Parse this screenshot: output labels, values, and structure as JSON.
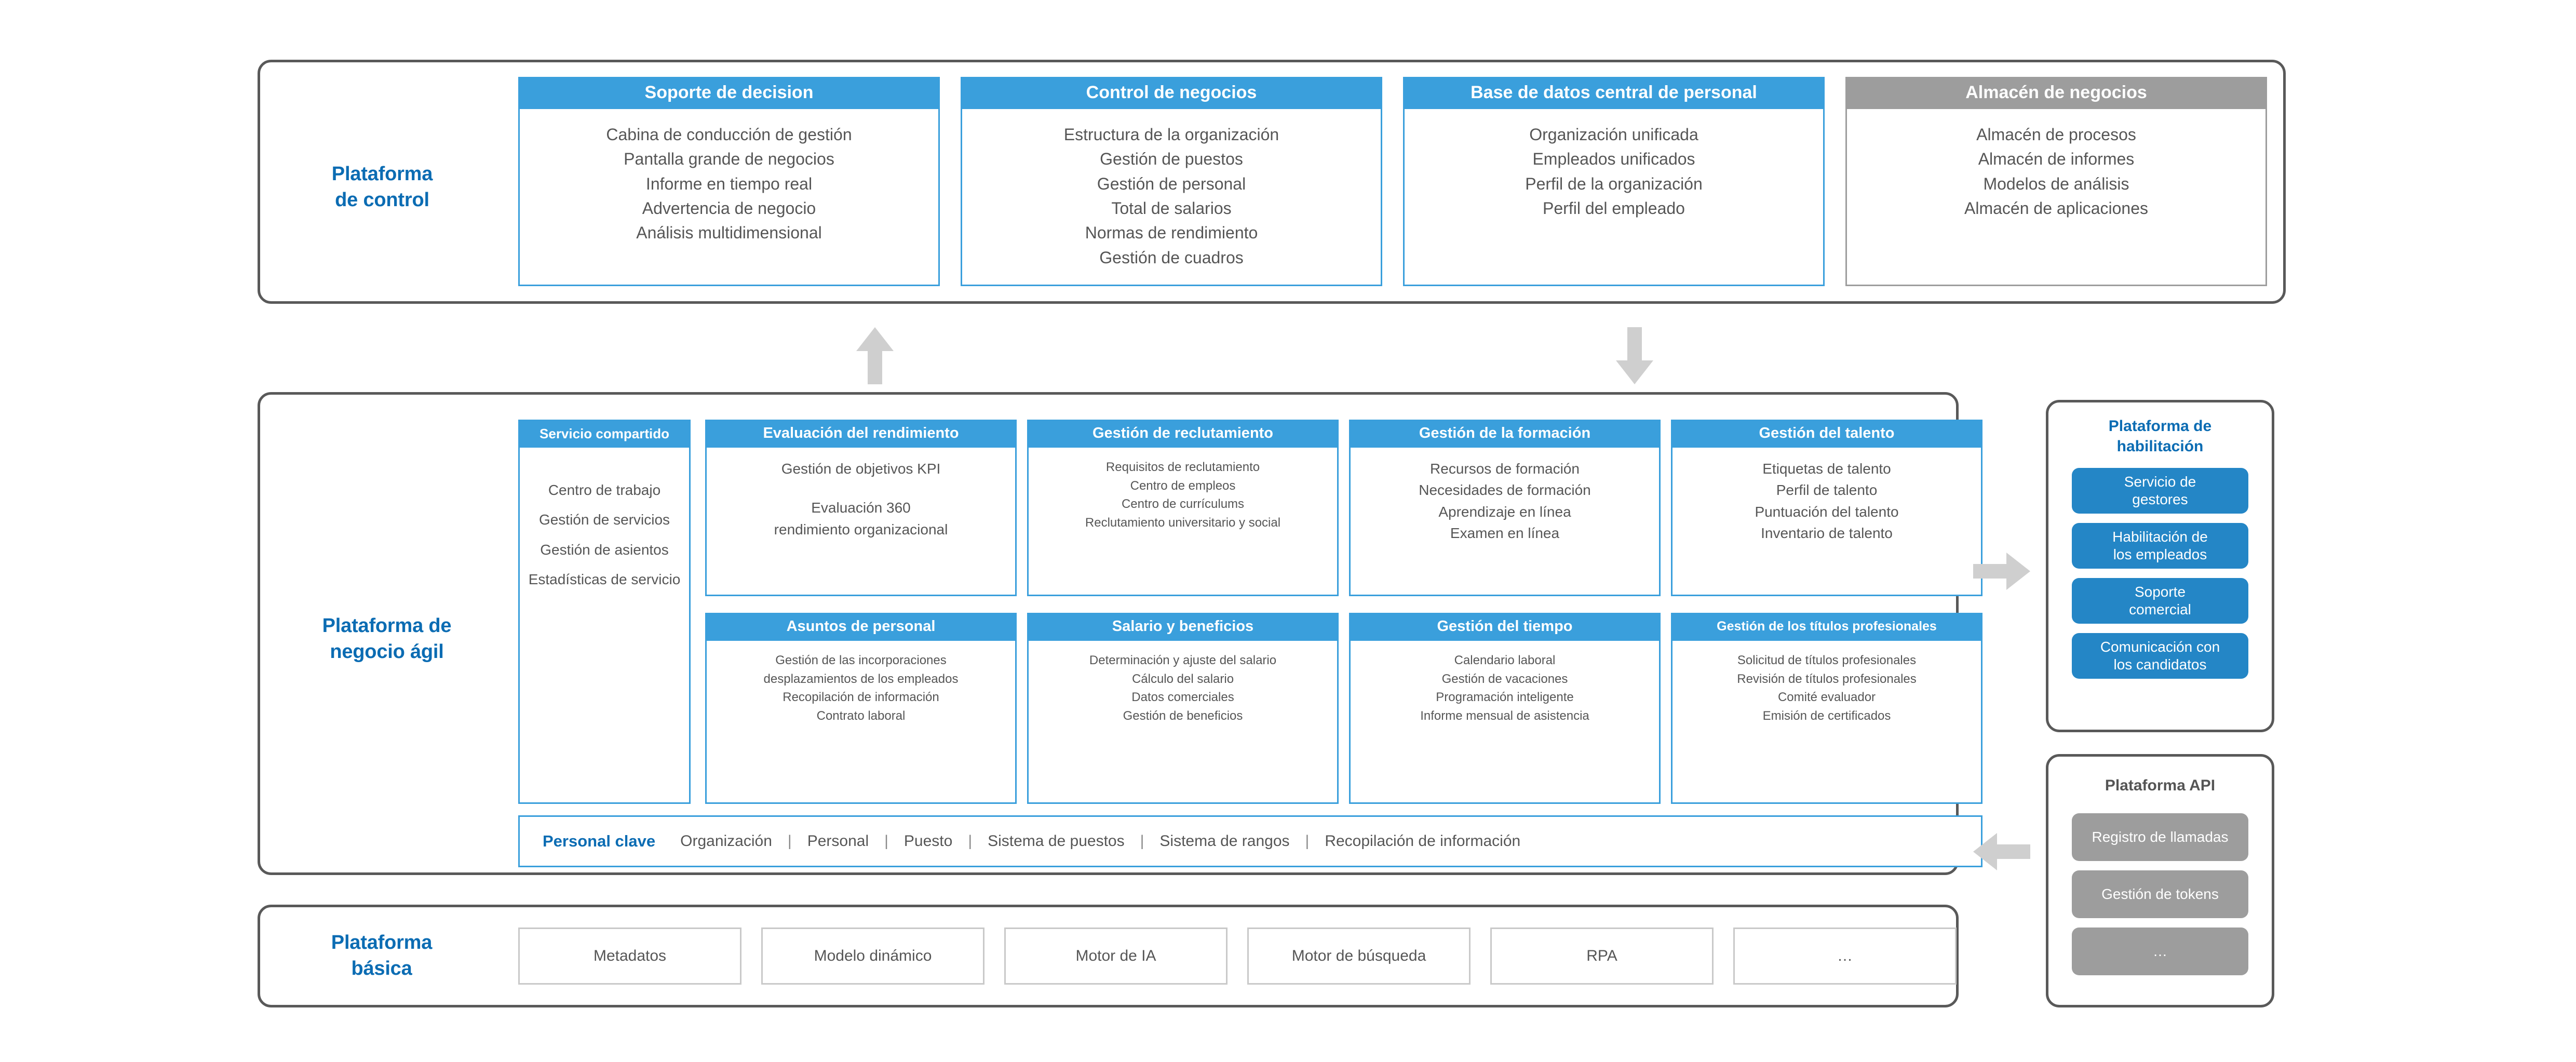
{
  "colors": {
    "accent_blue": "#3a9fdc",
    "label_blue": "#0b6cb3",
    "pill_blue": "#2486c6",
    "gray": "#9d9d9d",
    "frame_gray": "#595959",
    "text_gray": "#565656"
  },
  "control_platform": {
    "label": "Plataforma\nde control",
    "label_line1": "Plataforma",
    "label_line2": "de control",
    "cards": [
      {
        "title": "Soporte de decision",
        "accent": "blue",
        "items": [
          "Cabina de conducción de gestión",
          "Pantalla grande de negocios",
          "Informe en tiempo real",
          "Advertencia de negocio",
          "Análisis multidimensional"
        ]
      },
      {
        "title": "Control de negocios",
        "accent": "blue",
        "items": [
          "Estructura de la organización",
          "Gestión de puestos",
          "Gestión de personal",
          "Total de salarios",
          "Normas de rendimiento",
          "Gestión de cuadros"
        ]
      },
      {
        "title": "Base de datos central de personal",
        "accent": "blue",
        "items": [
          "Organización unificada",
          "Empleados unificados",
          "Perfil de la organización",
          "Perfil del empleado"
        ]
      },
      {
        "title": "Almacén de negocios",
        "accent": "gray",
        "items": [
          "Almacén de procesos",
          "Almacén de informes",
          "Modelos de análisis",
          "Almacén de aplicaciones"
        ]
      }
    ]
  },
  "agile_platform": {
    "label_line1": "Plataforma de",
    "label_line2": "negocio ágil",
    "shared_service": {
      "title": "Servicio compartido",
      "items": [
        "Centro de\ntrabajo",
        "Gestión de\nservicios",
        "Gestión de\nasientos",
        "Estadísticas de\nservicio"
      ],
      "items_flat": [
        "Centro de trabajo",
        "Gestión de servicios",
        "Gestión de asientos",
        "Estadísticas de servicio"
      ]
    },
    "top_cards": [
      {
        "title": "Evaluación del rendimiento",
        "items": [
          "Gestión de objetivos KPI",
          "",
          "Evaluación 360",
          "rendimiento organizacional"
        ]
      },
      {
        "title": "Gestión de reclutamiento",
        "items": [
          "Requisitos de reclutamiento",
          "Centro de empleos",
          "Centro de currículums",
          "Reclutamiento universitario y social"
        ]
      },
      {
        "title": "Gestión de la formación",
        "items": [
          "Recursos de formación",
          "Necesidades de formación",
          "Aprendizaje en línea",
          "Examen en línea"
        ]
      },
      {
        "title": "Gestión del talento",
        "items": [
          "Etiquetas de talento",
          "Perfil de talento",
          "Puntuación del talento",
          "Inventario de talento"
        ]
      }
    ],
    "bottom_cards": [
      {
        "title": "Asuntos de personal",
        "items": [
          "Gestión de las incorporaciones",
          "desplazamientos de los empleados",
          "Recopilación de información",
          "Contrato laboral"
        ]
      },
      {
        "title": "Salario y beneficios",
        "items": [
          "Determinación y ajuste del salario",
          "Cálculo del salario",
          "Datos comerciales",
          "Gestión de beneficios"
        ]
      },
      {
        "title": "Gestión del tiempo",
        "items": [
          "Calendario laboral",
          "Gestión de vacaciones",
          "Programación inteligente",
          "Informe mensual de asistencia"
        ]
      },
      {
        "title": "Gestión de los títulos profesionales",
        "items": [
          "Solicitud de títulos profesionales",
          "Revisión de títulos profesionales",
          "Comité evaluador",
          "Emisión de certificados"
        ]
      }
    ],
    "key_personnel": {
      "title": "Personal clave",
      "items": [
        "Organización",
        "Personal",
        "Puesto",
        "Sistema de puestos",
        "Sistema de rangos",
        "Recopilación de información"
      ],
      "separator": "|"
    }
  },
  "basic_platform": {
    "label_line1": "Plataforma",
    "label_line2": "básica",
    "tiles": [
      "Metadatos",
      "Modelo dinámico",
      "Motor de IA",
      "Motor de búsqueda",
      "RPA",
      "…"
    ]
  },
  "enablement_platform": {
    "title_line1": "Plataforma de",
    "title_line2": "habilitación",
    "pills": [
      "Servicio de\ngestores",
      "Habilitación de\nlos empleados",
      "Soporte\ncomercial",
      "Comunicación con\nlos candidatos"
    ],
    "pills_l1": [
      "Servicio de",
      "Habilitación de",
      "Soporte",
      "Comunicación con"
    ],
    "pills_l2": [
      "gestores",
      "los empleados",
      "comercial",
      "los candidatos"
    ]
  },
  "api_platform": {
    "title": "Plataforma API",
    "pills": [
      "Registro de llamadas",
      "Gestión de tokens",
      "…"
    ]
  },
  "arrows": {
    "up": "arrow-up",
    "down": "arrow-down",
    "right": "arrow-right",
    "left": "arrow-left"
  }
}
